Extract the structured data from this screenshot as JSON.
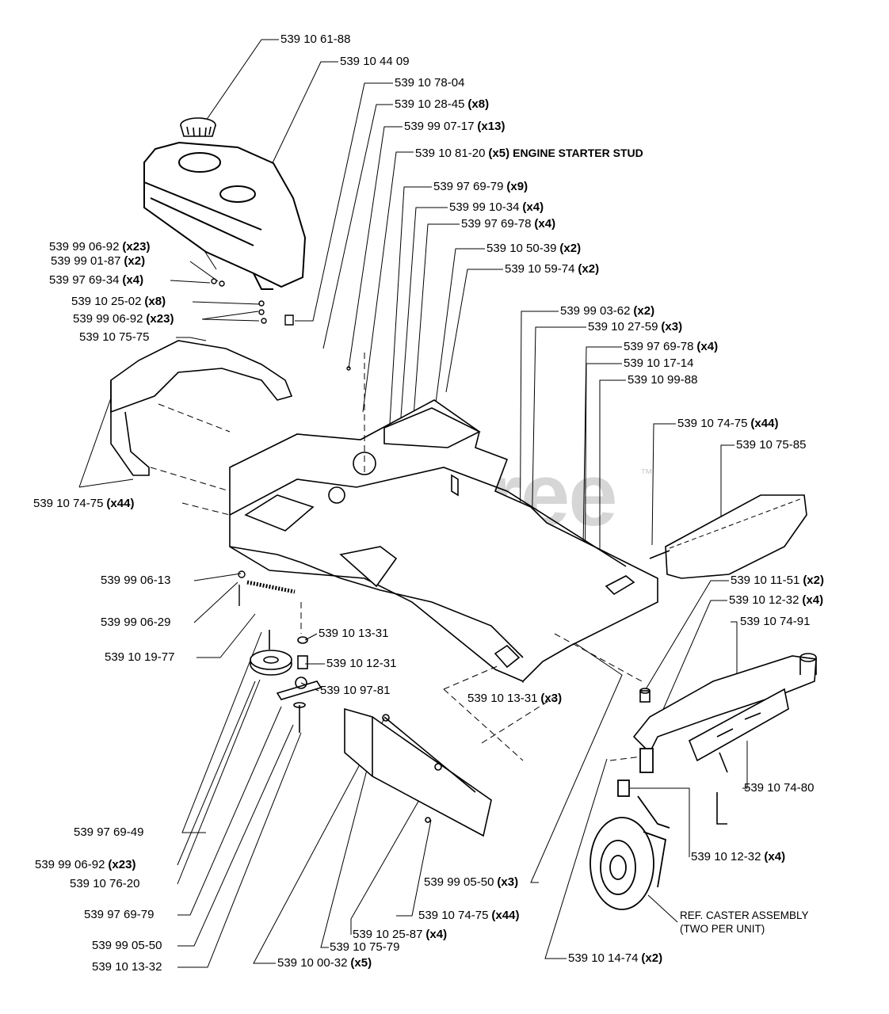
{
  "watermark": {
    "text": "PartsTree",
    "trademark": "™"
  },
  "callouts": [
    {
      "part": "539 10 61-88",
      "qty": ""
    },
    {
      "part": "539 10 44 09",
      "qty": ""
    },
    {
      "part": "539 10 78-04",
      "qty": ""
    },
    {
      "part": "539 10 28-45",
      "qty": "(x8)"
    },
    {
      "part": "539 99 07-17",
      "qty": "(x13)"
    },
    {
      "part": "539 10 81-20",
      "qty": "(x5)",
      "note": "ENGINE STARTER STUD"
    },
    {
      "part": "539 97 69-79",
      "qty": "(x9)"
    },
    {
      "part": "539 99 10-34",
      "qty": "(x4)"
    },
    {
      "part": "539 97 69-78",
      "qty": "(x4)"
    },
    {
      "part": "539 10 50-39",
      "qty": "(x2)"
    },
    {
      "part": "539 10 59-74",
      "qty": "(x2)"
    },
    {
      "part": "539 99 06-92",
      "qty": "(x23)"
    },
    {
      "part": "539 99 01-87",
      "qty": "(x2)"
    },
    {
      "part": "539 97 69-34",
      "qty": "(x4)"
    },
    {
      "part": "539 10 25-02",
      "qty": "(x8)"
    },
    {
      "part": "539 99 06-92",
      "qty": "(x23)"
    },
    {
      "part": "539 10 75-75",
      "qty": ""
    },
    {
      "part": "539 99 03-62",
      "qty": "(x2)"
    },
    {
      "part": "539 10 27-59",
      "qty": "(x3)"
    },
    {
      "part": "539 97 69-78",
      "qty": "(x4)"
    },
    {
      "part": "539 10 17-14",
      "qty": ""
    },
    {
      "part": "539 10 99-88",
      "qty": ""
    },
    {
      "part": "539 10 74-75",
      "qty": "(x44)"
    },
    {
      "part": "539 10 75-85",
      "qty": ""
    },
    {
      "part": "539 10 74-75",
      "qty": "(x44)"
    },
    {
      "part": "539 99 06-13",
      "qty": ""
    },
    {
      "part": "539 99 06-29",
      "qty": ""
    },
    {
      "part": "539 10 19-77",
      "qty": ""
    },
    {
      "part": "539 10 13-31",
      "qty": ""
    },
    {
      "part": "539 10 12-31",
      "qty": ""
    },
    {
      "part": "539 10 97-81",
      "qty": ""
    },
    {
      "part": "539 10 13-31",
      "qty": "(x3)"
    },
    {
      "part": "539 10 11-51",
      "qty": "(x2)"
    },
    {
      "part": "539 10 12-32",
      "qty": "(x4)"
    },
    {
      "part": "539 10 74-91",
      "qty": ""
    },
    {
      "part": "539 10 74-80",
      "qty": ""
    },
    {
      "part": "539 10 12-32",
      "qty": "(x4)"
    },
    {
      "part": "539 97 69-49",
      "qty": ""
    },
    {
      "part": "539 99 06-92",
      "qty": "(x23)"
    },
    {
      "part": "539 10 76-20",
      "qty": ""
    },
    {
      "part": "539 97 69-79",
      "qty": ""
    },
    {
      "part": "539 99 05-50",
      "qty": ""
    },
    {
      "part": "539 10 13-32",
      "qty": ""
    },
    {
      "part": "539 99 05-50",
      "qty": "(x3)"
    },
    {
      "part": "539 10 74-75",
      "qty": "(x44)"
    },
    {
      "part": "539 10 25-87",
      "qty": "(x4)"
    },
    {
      "part": "539 10 75-79",
      "qty": ""
    },
    {
      "part": "539 10 00-32",
      "qty": "(x5)"
    },
    {
      "part": "539 10 14-74",
      "qty": "(x2)"
    }
  ],
  "caster_note": {
    "line1": "REF. CASTER ASSEMBLY",
    "line2": "(TWO PER UNIT)"
  }
}
